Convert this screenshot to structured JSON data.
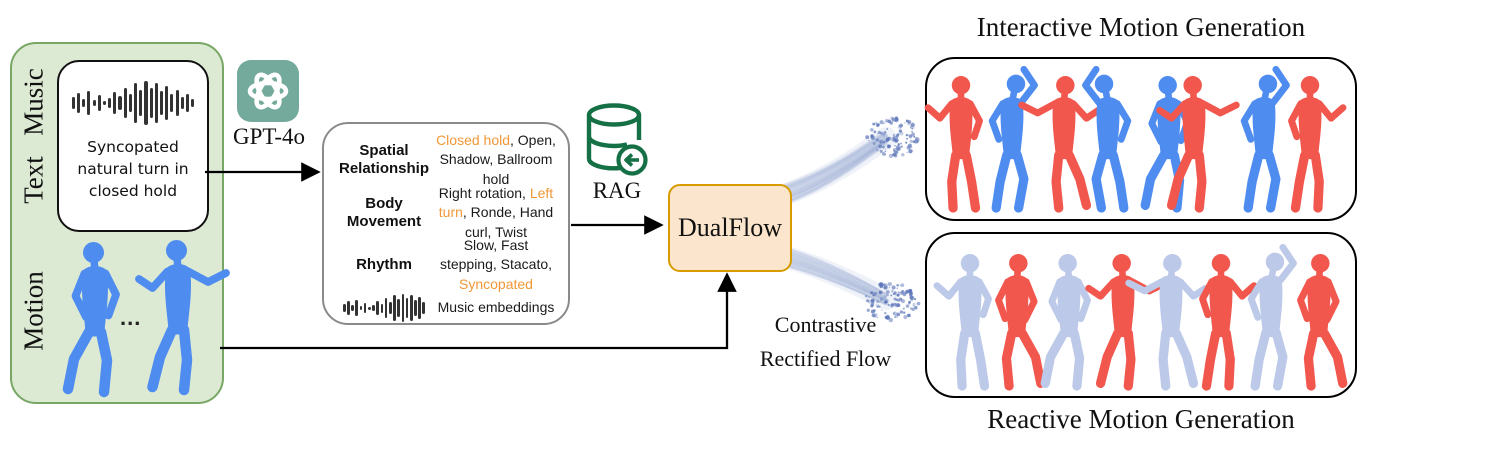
{
  "panel_inputs": {
    "labels": {
      "music": "Music",
      "text": "Text",
      "motion": "Motion"
    },
    "prompt_lines": [
      "Syncopated",
      "natural turn in",
      "closed hold"
    ],
    "ellipsis": "..."
  },
  "gpt": {
    "label": "GPT-4o"
  },
  "categories": {
    "rows": [
      {
        "header": "Spatial Relationship",
        "icon": null,
        "segments": [
          {
            "text": "Closed hold",
            "highlight": true
          },
          {
            "text": ", Open, Shadow, Ballroom hold",
            "highlight": false
          }
        ]
      },
      {
        "header": "Body Movement",
        "icon": null,
        "segments": [
          {
            "text": "Right rotation, ",
            "highlight": false
          },
          {
            "text": "Left turn",
            "highlight": true
          },
          {
            "text": ", Ronde, Hand curl, Twist",
            "highlight": false
          }
        ]
      },
      {
        "header": "Rhythm",
        "icon": null,
        "segments": [
          {
            "text": "Slow, Fast stepping, Stacato, ",
            "highlight": false
          },
          {
            "text": "Syncopated",
            "highlight": true
          }
        ]
      },
      {
        "header": "",
        "icon": "waveform-icon",
        "segments": [
          {
            "text": "Music embeddings",
            "highlight": false
          }
        ]
      }
    ]
  },
  "rag": {
    "label": "RAG"
  },
  "dualflow": {
    "label": "DualFlow"
  },
  "flow_caption_lines": [
    "Contrastive",
    "Rectified Flow"
  ],
  "outputs": {
    "interactive": {
      "title": "Interactive Motion Generation",
      "pairs": 4
    },
    "reactive": {
      "title": "Reactive Motion Generation",
      "pairs": 4
    }
  },
  "colors": {
    "panel_green_fill": "#dcead4",
    "panel_green_border": "#78a765",
    "highlight_orange": "#f09737",
    "dualflow_fill": "#fce5cd",
    "dualflow_border": "#d79b00",
    "gpt_teal": "#74aa9c",
    "rag_green": "#157145",
    "flow_blue": "#8ba0cd",
    "flow_particle_blue": "#5a74b8",
    "dancer_red": "#f2574e",
    "dancer_blue": "#4f8cf0",
    "dancer_pale_blue": "#bdc9e9",
    "arrow_black": "#000000"
  }
}
